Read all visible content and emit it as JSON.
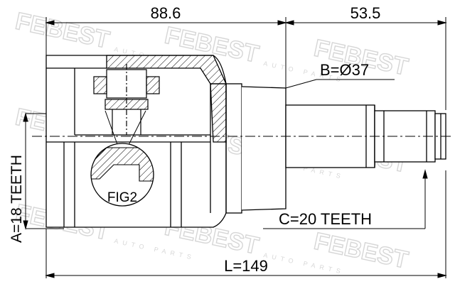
{
  "watermark": {
    "brand": "FEBEST",
    "tagline": "AUTO PARTS"
  },
  "dimensions": {
    "top_left": "88.6",
    "top_right": "53.5",
    "diameter": "B=Ø37",
    "spline_a": "A=18 TEETH",
    "spline_c": "C=20 TEETH",
    "overall_length": "L=149"
  },
  "callout": {
    "label": "FIG2"
  }
}
